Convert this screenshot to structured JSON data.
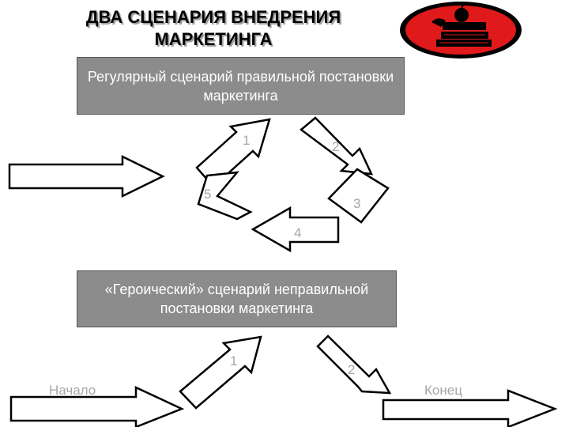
{
  "title": "ДВА СЦЕНАРИЯ ВНЕДРЕНИЯ МАРКЕТИНГА",
  "scenario_regular": {
    "label": "Регулярный сценарий правильной постановки маркетинга",
    "steps": [
      "1",
      "2",
      "3",
      "4",
      "5"
    ]
  },
  "scenario_heroic": {
    "label": "«Героический» сценарий неправильной постановки маркетинга",
    "steps": [
      "1",
      "2"
    ]
  },
  "start_label": "Начало",
  "end_label": "Конец",
  "colors": {
    "box_fill": "#8c8c8c",
    "arrow_fill": "#ffffff",
    "arrow_stroke": "#000000",
    "logo_red": "#e0191b",
    "step_number": "#a6a6a6"
  },
  "icons": {
    "logo": "books-apple-logo"
  }
}
